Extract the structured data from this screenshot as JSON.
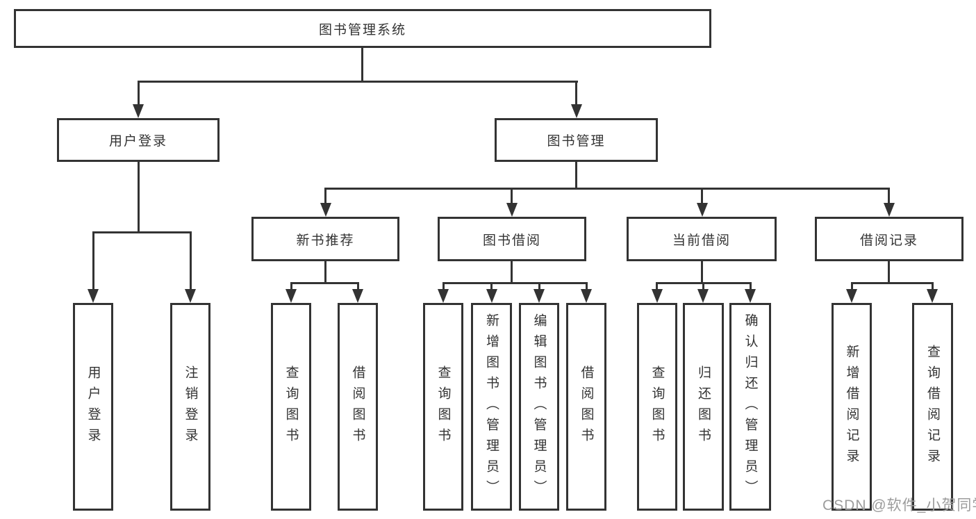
{
  "tree": {
    "label": "图书管理系统",
    "children": [
      {
        "label": "用户登录",
        "children": [
          {
            "label": "用户登录"
          },
          {
            "label": "注销登录"
          }
        ]
      },
      {
        "label": "图书管理",
        "children": [
          {
            "label": "新书推荐",
            "children": [
              {
                "label": "查询图书"
              },
              {
                "label": "借阅图书"
              }
            ]
          },
          {
            "label": "图书借阅",
            "children": [
              {
                "label": "查询图书"
              },
              {
                "label": "新增图书（管理员）"
              },
              {
                "label": "编辑图书（管理员）"
              },
              {
                "label": "借阅图书"
              }
            ]
          },
          {
            "label": "当前借阅",
            "children": [
              {
                "label": "查询图书"
              },
              {
                "label": "归还图书"
              },
              {
                "label": "确认归还（管理员）"
              }
            ]
          },
          {
            "label": "借阅记录",
            "children": [
              {
                "label": "新增借阅记录"
              },
              {
                "label": "查询借阅记录"
              }
            ]
          }
        ]
      }
    ]
  },
  "watermark": {
    "text": "CSDN @软件_小贺同学"
  },
  "colors": {
    "line": "#333333",
    "text": "#333333",
    "bg": "#ffffff",
    "wm": "#9c9c9c"
  }
}
